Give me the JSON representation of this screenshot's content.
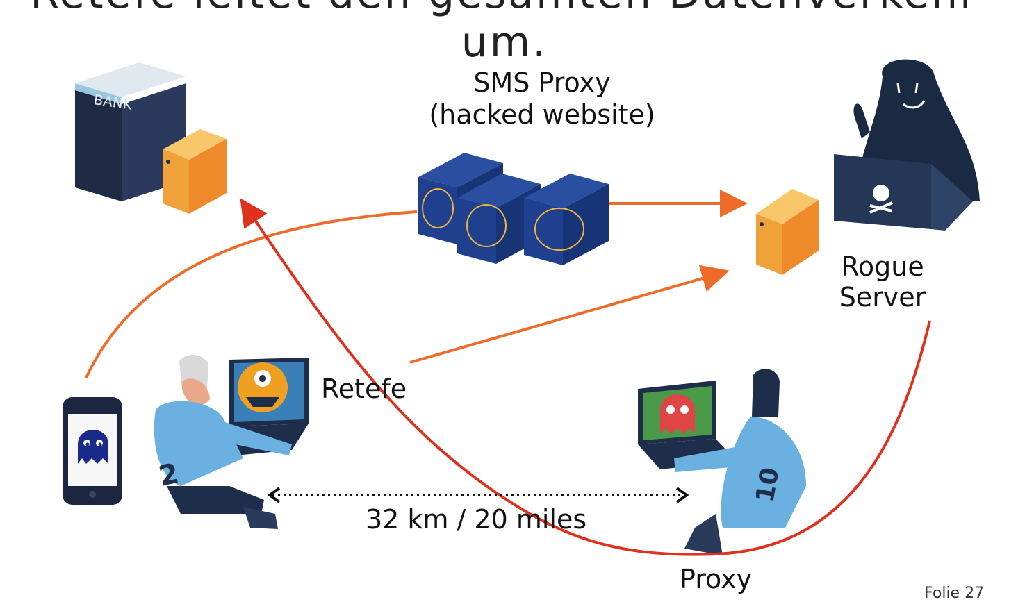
{
  "title_partial": "Retefe leitet den gesamten Datenverkehr um.",
  "labels": {
    "bank_sign": "BANK",
    "sms_proxy_line1": "SMS Proxy",
    "sms_proxy_line2": "(hacked website)",
    "rogue_line1": "Rogue",
    "rogue_line2": "Server",
    "retefe": "Retefe",
    "proxy": "Proxy",
    "distance": "32 km / 20 miles",
    "player_left_number": "2",
    "player_right_number": "10",
    "footer_folio": "Folie 27"
  },
  "colors": {
    "orange_arrow": "#ef6b2a",
    "red_arrow": "#e0301e",
    "navy": "#1e2d4a",
    "server_blue": "#1f3f8f",
    "box_orange": "#f0a23a",
    "jersey": "#6ab0e0",
    "monster_orange": "#f0a020"
  },
  "icons": [
    "bank-building-icon",
    "server-rack-icon",
    "hacker-icon",
    "smartphone-icon",
    "ghost-icon",
    "laptop-icon",
    "monster-icon",
    "player-icon",
    "skull-icon"
  ]
}
